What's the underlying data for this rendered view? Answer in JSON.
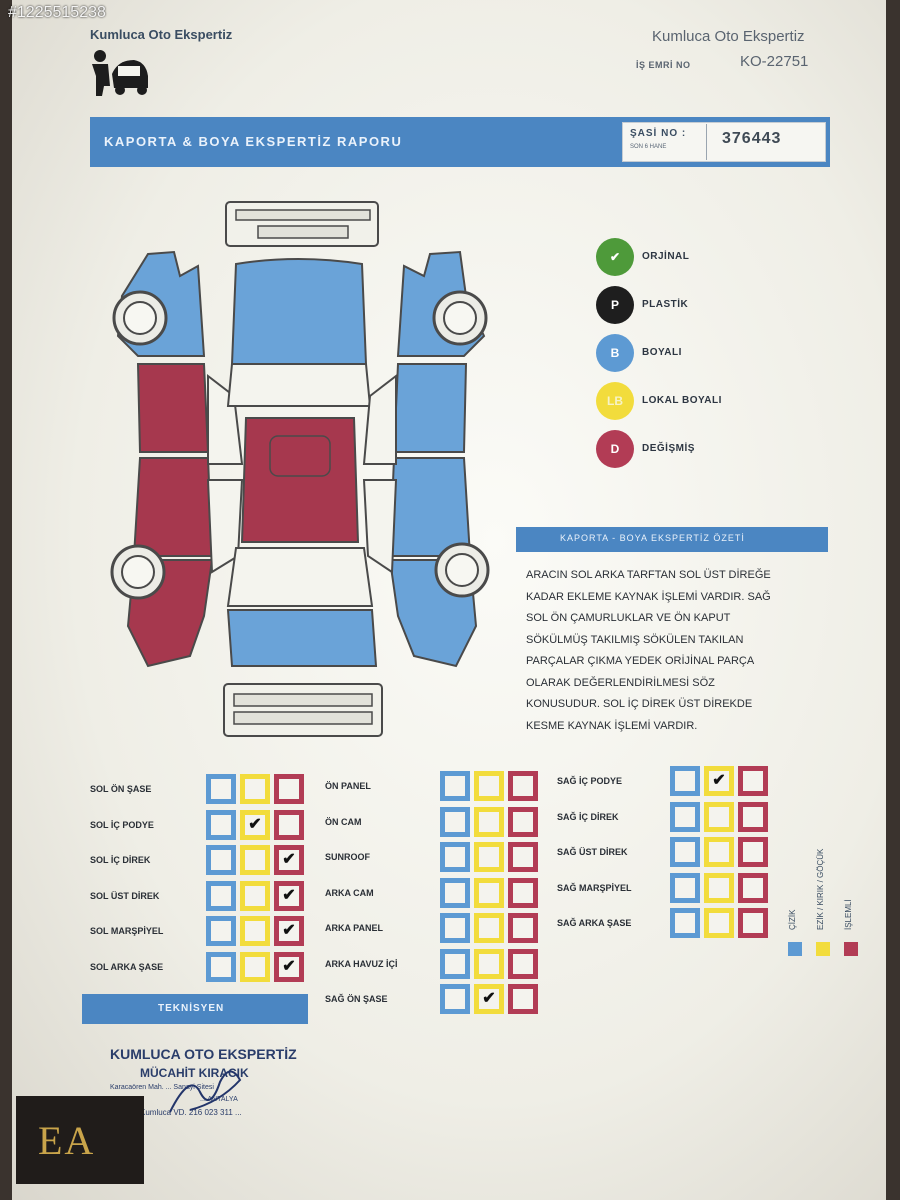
{
  "watermark_id": "#1225515238",
  "header": {
    "company_left": "Kumluca Oto Ekspertiz",
    "company_right": "Kumluca Oto Ekspertiz",
    "order_label": "İŞ EMRİ NO",
    "order_value": "KO-22751"
  },
  "banner": {
    "title": "KAPORTA & BOYA EKSPERTİZ RAPORU",
    "chassis_label": "ŞASİ NO :",
    "chassis_sub": "SON 6 HANE",
    "chassis_value": "376443"
  },
  "legend": [
    {
      "symbol": "✔",
      "label": "ORJİNAL",
      "color": "#4e9a3a"
    },
    {
      "symbol": "P",
      "label": "PLASTİK",
      "color": "#1e1e1e"
    },
    {
      "symbol": "B",
      "label": "BOYALI",
      "color": "#5d9ad3"
    },
    {
      "symbol": "LB",
      "label": "LOKAL BOYALI",
      "color": "#f2dc3c"
    },
    {
      "symbol": "D",
      "label": "DEĞİŞMİŞ",
      "color": "#b23c55"
    }
  ],
  "summary": {
    "title": "KAPORTA - BOYA EKSPERTİZ ÖZETİ",
    "lines": [
      "ARACIN SOL ARKA TARFTAN SOL ÜST DİREĞE",
      "KADAR EKLEME KAYNAK İŞLEMİ VARDIR. SAĞ",
      "SOL ÖN ÇAMURLUKLAR VE ÖN KAPUT",
      "SÖKÜLMÜŞ TAKILMIŞ SÖKÜLEN TAKILAN",
      "PARÇALAR ÇIKMA YEDEK ORİJİNAL PARÇA",
      "OLARAK DEĞERLENDİRİLMESİ SÖZ",
      "KONUSUDUR. SOL İÇ DİREK ÜST DİREKDE",
      "KESME KAYNAK İŞLEMİ VARDIR."
    ]
  },
  "checklist": {
    "groups": [
      {
        "rows": [
          {
            "label": "SOL ÖN ŞASE",
            "checks": [
              false,
              false,
              false
            ]
          },
          {
            "label": "SOL İÇ PODYE",
            "checks": [
              false,
              true,
              false
            ]
          },
          {
            "label": "SOL İÇ DİREK",
            "checks": [
              false,
              false,
              true
            ]
          },
          {
            "label": "SOL ÜST DİREK",
            "checks": [
              false,
              false,
              true
            ]
          },
          {
            "label": "SOL MARŞPİYEL",
            "checks": [
              false,
              false,
              true
            ]
          },
          {
            "label": "SOL ARKA ŞASE",
            "checks": [
              false,
              false,
              true
            ]
          }
        ]
      },
      {
        "rows": [
          {
            "label": "ÖN PANEL",
            "checks": [
              false,
              false,
              false
            ]
          },
          {
            "label": "ÖN CAM",
            "checks": [
              false,
              false,
              false
            ]
          },
          {
            "label": "SUNROOF",
            "checks": [
              false,
              false,
              false
            ]
          },
          {
            "label": "ARKA CAM",
            "checks": [
              false,
              false,
              false
            ]
          },
          {
            "label": "ARKA PANEL",
            "checks": [
              false,
              false,
              false
            ]
          },
          {
            "label": "ARKA HAVUZ İÇİ",
            "checks": [
              false,
              false,
              false
            ]
          },
          {
            "label": "SAĞ ÖN ŞASE",
            "checks": [
              false,
              true,
              false
            ]
          }
        ]
      },
      {
        "rows": [
          {
            "label": "SAĞ İÇ PODYE",
            "checks": [
              false,
              true,
              false
            ]
          },
          {
            "label": "SAĞ İÇ DİREK",
            "checks": [
              false,
              false,
              false
            ]
          },
          {
            "label": "SAĞ ÜST DİREK",
            "checks": [
              false,
              false,
              false
            ]
          },
          {
            "label": "SAĞ MARŞPİYEL",
            "checks": [
              false,
              false,
              false
            ]
          },
          {
            "label": "SAĞ ARKA ŞASE",
            "checks": [
              false,
              false,
              false
            ]
          }
        ]
      }
    ],
    "column_legend": [
      "ÇİZİK",
      "EZİK / KIRIK / GÖÇÜK",
      "İŞLEMLİ"
    ],
    "column_colors": [
      "#5d9ad3",
      "#f2dc3c",
      "#b23c55"
    ]
  },
  "technician": {
    "title": "TEKNİSYEN",
    "stamp_line1": "KUMLUCA OTO EKSPERTİZ",
    "stamp_line2": "MÜCAHİT KIRACIK",
    "stamp_line3": "Karacaören Mah. ... Sanayi Sitesi",
    "stamp_line4": "... ANTALYA",
    "stamp_line5": "Kumluca VD. 216 023 311 ..."
  },
  "logo": {
    "text": "EA"
  }
}
